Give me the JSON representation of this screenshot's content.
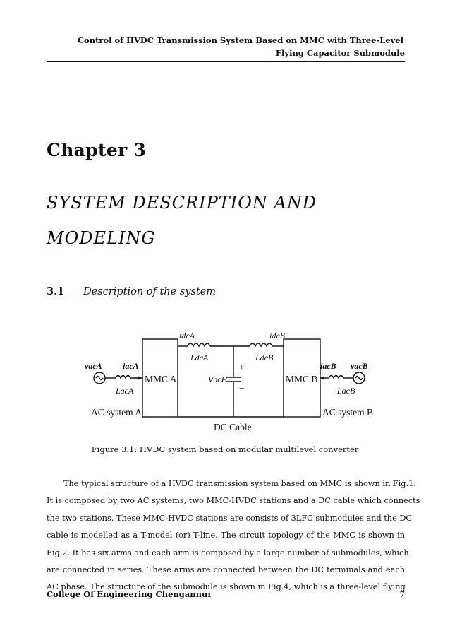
{
  "header": {
    "line1": "Control of HVDC Transmission System Based on MMC with Three-Level",
    "line2": "Flying Capacitor Submodule"
  },
  "chapter": {
    "label": "Chapter 3",
    "title_line1": "SYSTEM DESCRIPTION AND",
    "title_line2": "MODELING"
  },
  "section": {
    "number": "3.1",
    "title": "Description of the system"
  },
  "figure": {
    "labels": {
      "vacA": "vacA",
      "iacA": "iacA",
      "LacA": "LacA",
      "mmcA": "MMC A",
      "idcA": "idcA",
      "LdcA": "LdcA",
      "idcB": "idcB",
      "LdcB": "LdcB",
      "vdcH": "VdcH",
      "plus": "+",
      "minus": "−",
      "mmcB": "MMC B",
      "iacB": "iacB",
      "vacB": "vacB",
      "LacB": "LacB",
      "acSystemA": "AC system A",
      "acSystemB": "AC system B",
      "dcCable": "DC Cable"
    },
    "caption": "Figure 3.1: HVDC system based on modular multilevel converter"
  },
  "body": {
    "lines": [
      "The typical structure of a HVDC transmission system based on MMC is shown in Fig.1.",
      "It is composed by two AC systems, two MMC-HVDC stations and a DC cable which connects",
      "the two stations. These MMC-HVDC stations are consists of 3LFC submodules and the DC",
      "cable is modelled as a T-model (or) T-line. The circuit topology of the MMC is shown in",
      "Fig.2. It has six arms and each arm is composed by a large number of submodules, which",
      "are connected in series. These arms are connected between the DC terminals and each",
      "AC phase. The structure of the submodule is shown in Fig.4, which is a three-level flying"
    ]
  },
  "footer": {
    "college": "College Of Engineering Chengannur",
    "page_number": "7"
  }
}
